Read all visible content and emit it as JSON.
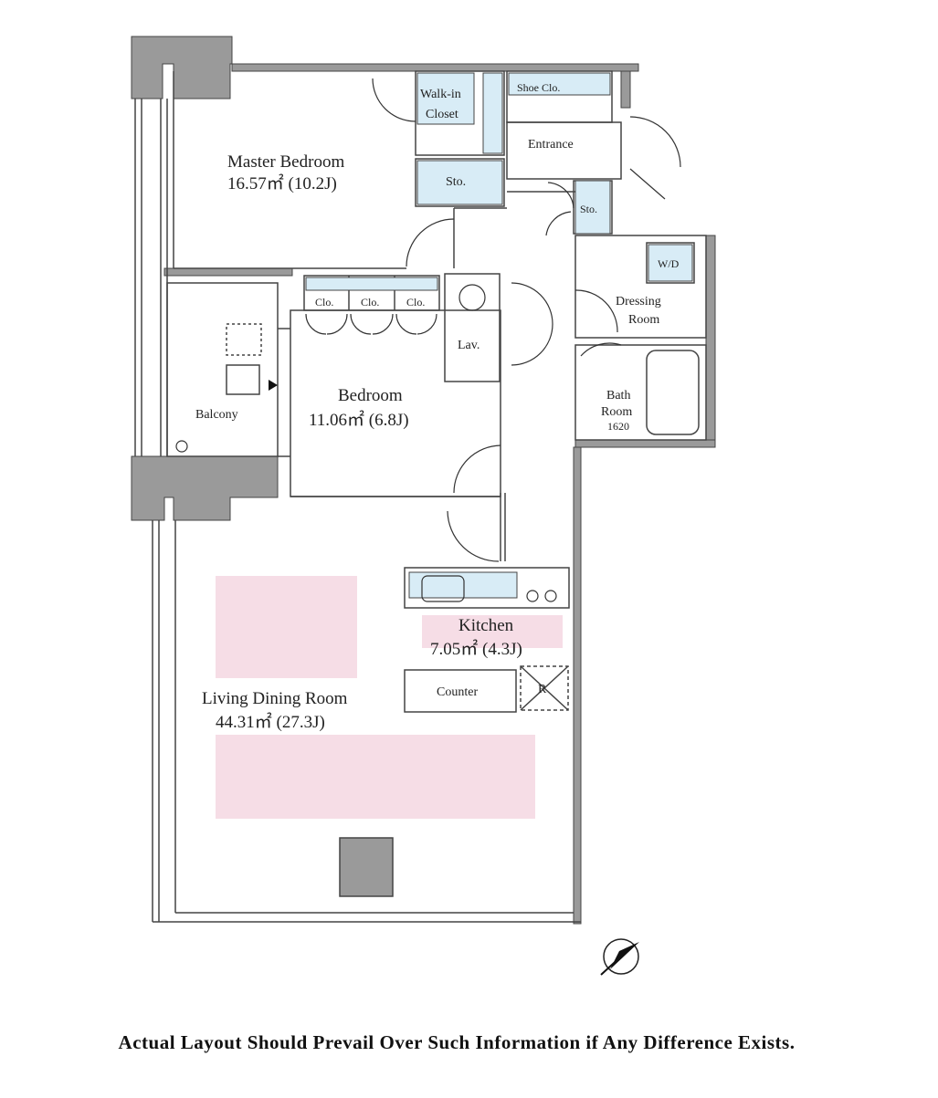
{
  "rooms": {
    "master_bedroom": {
      "name": "Master Bedroom",
      "area": "16.57㎡ (10.2J)"
    },
    "walk_in_closet": {
      "line1": "Walk-in",
      "line2": "Closet"
    },
    "storage": "Sto.",
    "shoe_closet": "Shoe Clo.",
    "entrance": "Entrance",
    "closet": "Clo.",
    "lavatory": "Lav.",
    "dressing_room": {
      "line1": "Dressing",
      "line2": "Room"
    },
    "washer_dryer": "W/D",
    "bath_room": {
      "line1": "Bath",
      "line2": "Room",
      "size": "1620"
    },
    "balcony": "Balcony",
    "bedroom": {
      "name": "Bedroom",
      "area": "11.06㎡ (6.8J)"
    },
    "kitchen": {
      "name": "Kitchen",
      "area": "7.05㎡ (4.3J)"
    },
    "counter": "Counter",
    "refrigerator": "R",
    "living_dining": {
      "name": "Living Dining Room",
      "area": "44.31㎡ (27.3J)"
    }
  },
  "colors": {
    "wall": "#8a8a8a",
    "fixture": "#d8ecf6",
    "highlight": "#f6dde6",
    "line": "#333333"
  },
  "compass": "north-arrow-icon",
  "caption": "Actual Layout Should Prevail Over Such Information if Any Difference Exists."
}
